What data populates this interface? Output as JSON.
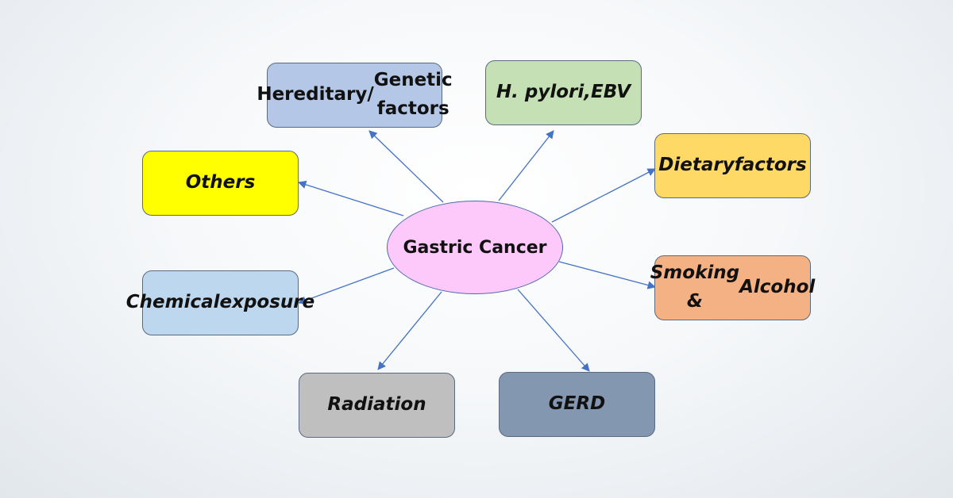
{
  "center": {
    "label": "Gastric Cancer",
    "color": "#fdc9fb"
  },
  "factors": [
    {
      "id": "hereditary",
      "lines": [
        "Hereditary/",
        "Genetic factors"
      ],
      "italic": false,
      "color": "#b4c7e7"
    },
    {
      "id": "h-pylori",
      "lines": [
        "H. pylori,",
        "EBV"
      ],
      "italic": true,
      "color": "#c5e0b4"
    },
    {
      "id": "dietary",
      "lines": [
        "Dietary",
        "factors"
      ],
      "italic": true,
      "color": "#ffd966"
    },
    {
      "id": "smoking",
      "lines": [
        "Smoking &",
        "Alcohol"
      ],
      "italic": true,
      "color": "#f4b183"
    },
    {
      "id": "gerd",
      "lines": [
        "GERD"
      ],
      "italic": true,
      "color": "#8497b0"
    },
    {
      "id": "radiation",
      "lines": [
        "Radiation"
      ],
      "italic": true,
      "color": "#bfbfbf"
    },
    {
      "id": "chemical",
      "lines": [
        "Chemical",
        "exposure"
      ],
      "italic": true,
      "color": "#bdd7ee"
    },
    {
      "id": "others",
      "lines": [
        "Others"
      ],
      "italic": true,
      "color": "#ffff00"
    }
  ],
  "colors": {
    "arrow": "#4472c4"
  }
}
